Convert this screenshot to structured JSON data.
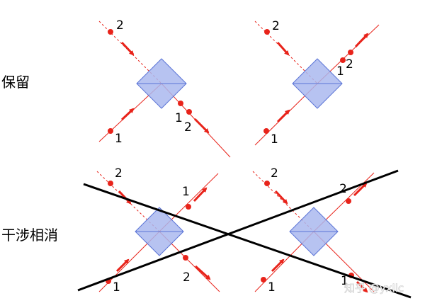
{
  "rows": [
    {
      "label": "保留"
    },
    {
      "label": "干涉相消"
    }
  ],
  "photon_labels": {
    "one": "1",
    "two": "2"
  },
  "watermark": "知乎 @yxllc",
  "colors": {
    "beam": "#e8231a",
    "splitter_fill": "#aab8ee",
    "splitter_edge": "#5b74d6",
    "slash_line": "#000000"
  }
}
